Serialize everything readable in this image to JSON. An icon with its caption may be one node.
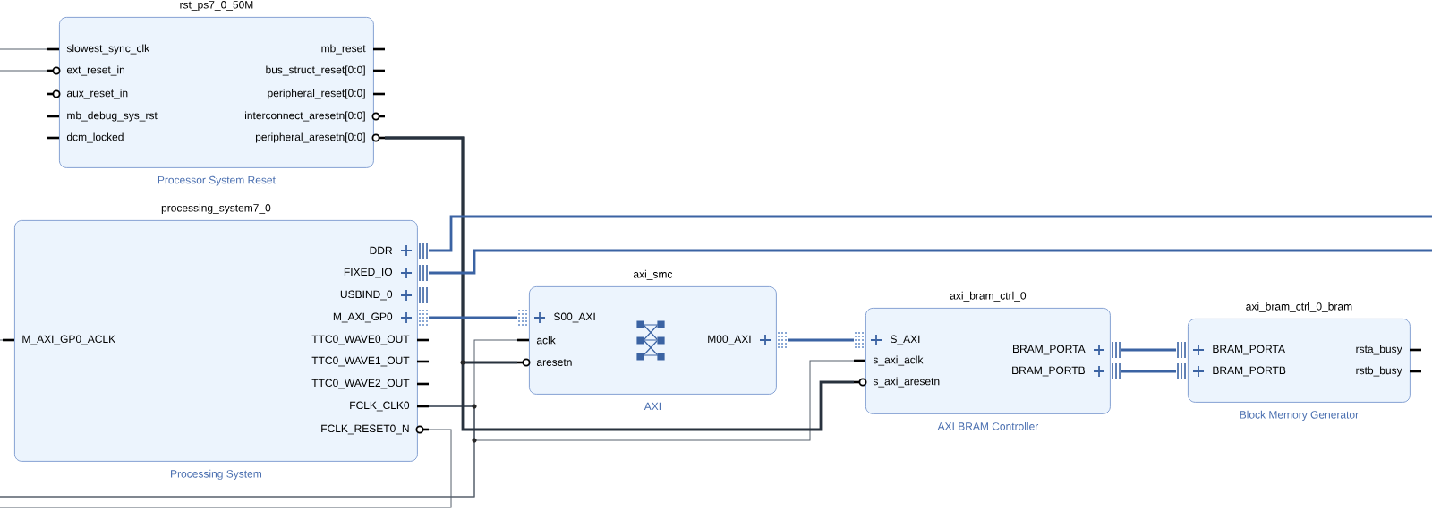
{
  "diagram": {
    "nodes": [
      {
        "text": [
          "rst_ps7_0_50M",
          "Processor System Reset"
        ]
      },
      {
        "text": [
          "slowest_sync_clk"
        ],
        "in": 0
      },
      {
        "text": [
          "ext_reset_in"
        ],
        "in": 0
      },
      {
        "text": [
          "aux_reset_in"
        ],
        "in": 0
      },
      {
        "text": [
          "mb_debug_sys_rst"
        ],
        "in": 0
      },
      {
        "text": [
          "dcm_locked"
        ],
        "in": 0
      },
      {
        "text": [
          "mb_reset"
        ],
        "in": 0
      },
      {
        "text": [
          "bus_struct_reset[0:0]"
        ],
        "in": 0
      },
      {
        "text": [
          "peripheral_reset[0:0]"
        ],
        "in": 0
      },
      {
        "text": [
          "interconnect_aresetn[0:0]"
        ],
        "in": 0
      },
      {
        "text": [
          "peripheral_aresetn[0:0]"
        ],
        "in": 0
      },
      {
        "text": [
          "processing_system7_0",
          "Processing System"
        ]
      },
      {
        "text": [
          "M_AXI_GP0_ACLK"
        ],
        "in": 11
      },
      {
        "text": [
          "DDR"
        ],
        "in": 11
      },
      {
        "text": [
          "FIXED_IO"
        ],
        "in": 11
      },
      {
        "text": [
          "USBIND_0"
        ],
        "in": 11
      },
      {
        "text": [
          "M_AXI_GP0"
        ],
        "in": 11
      },
      {
        "text": [
          "TTC0_WAVE0_OUT"
        ],
        "in": 11
      },
      {
        "text": [
          "TTC0_WAVE1_OUT"
        ],
        "in": 11
      },
      {
        "text": [
          "TTC0_WAVE2_OUT"
        ],
        "in": 11
      },
      {
        "text": [
          "FCLK_CLK0"
        ],
        "in": 11
      },
      {
        "text": [
          "FCLK_RESET0_N"
        ],
        "in": 11
      },
      {
        "text": [
          "axi_smc",
          "AXI"
        ]
      },
      {
        "text": [
          "S00_AXI"
        ],
        "in": 22
      },
      {
        "text": [
          "aclk"
        ],
        "in": 22
      },
      {
        "text": [
          "aresetn"
        ],
        "in": 22
      },
      {
        "text": [
          "M00_AXI"
        ],
        "in": 22
      },
      {
        "text": [
          "axi_bram_ctrl_0",
          "AXI BRAM Controller"
        ]
      },
      {
        "text": [
          "S_AXI"
        ],
        "in": 27
      },
      {
        "text": [
          "s_axi_aclk"
        ],
        "in": 27
      },
      {
        "text": [
          "s_axi_aresetn"
        ],
        "in": 27
      },
      {
        "text": [
          "BRAM_PORTA"
        ],
        "in": 27
      },
      {
        "text": [
          "BRAM_PORTB"
        ],
        "in": 27
      },
      {
        "text": [
          "axi_bram_ctrl_0_bram",
          "Block Memory Generator"
        ]
      },
      {
        "text": [
          "BRAM_PORTA"
        ],
        "in": 33
      },
      {
        "text": [
          "BRAM_PORTB"
        ],
        "in": 33
      },
      {
        "text": [
          "rsta_busy"
        ],
        "in": 33
      },
      {
        "text": [
          "rstb_busy"
        ],
        "in": 33
      }
    ],
    "edges": [
      {
        "from": 20,
        "to": 1,
        "arrow": "none",
        "color": "#56606c"
      },
      {
        "from": 21,
        "to": 2,
        "arrow": "none",
        "color": "#56606c"
      },
      {
        "from": 20,
        "to": 12,
        "arrow": "none",
        "color": "#56606c"
      },
      {
        "from": 20,
        "to": 24,
        "arrow": "none",
        "color": "#56606c"
      },
      {
        "from": 20,
        "to": 29,
        "arrow": "none",
        "color": "#56606c"
      },
      {
        "from": 10,
        "to": 25,
        "arrow": "none",
        "color": "#28323e"
      },
      {
        "from": 10,
        "to": 30,
        "arrow": "none",
        "color": "#28323e"
      },
      {
        "from": 13,
        "to": null,
        "arrow": "none",
        "color": "#3b63a3"
      },
      {
        "from": 14,
        "to": null,
        "arrow": "none",
        "color": "#3b63a3"
      },
      {
        "from": 16,
        "to": 23,
        "arrow": "none",
        "color": "#3b63a3"
      },
      {
        "from": 26,
        "to": 28,
        "arrow": "none",
        "color": "#3b63a3"
      },
      {
        "from": 31,
        "to": 34,
        "arrow": "none",
        "color": "#3b63a3"
      },
      {
        "from": 32,
        "to": 35,
        "arrow": "none",
        "color": "#3b63a3"
      }
    ]
  }
}
